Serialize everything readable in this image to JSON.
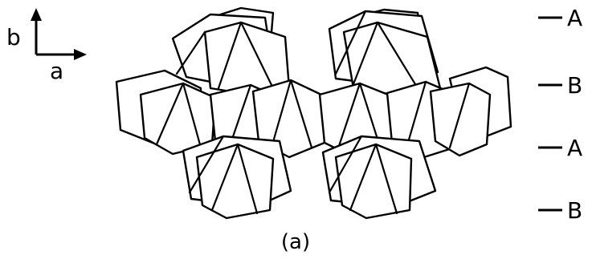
{
  "axes": {
    "vertical_label": "b",
    "horizontal_label": "a"
  },
  "layers": [
    {
      "label": "A"
    },
    {
      "label": "B"
    },
    {
      "label": "A"
    },
    {
      "label": "B"
    }
  ],
  "caption": "(a)",
  "colors": {
    "line": "#000000",
    "background": "#ffffff"
  }
}
